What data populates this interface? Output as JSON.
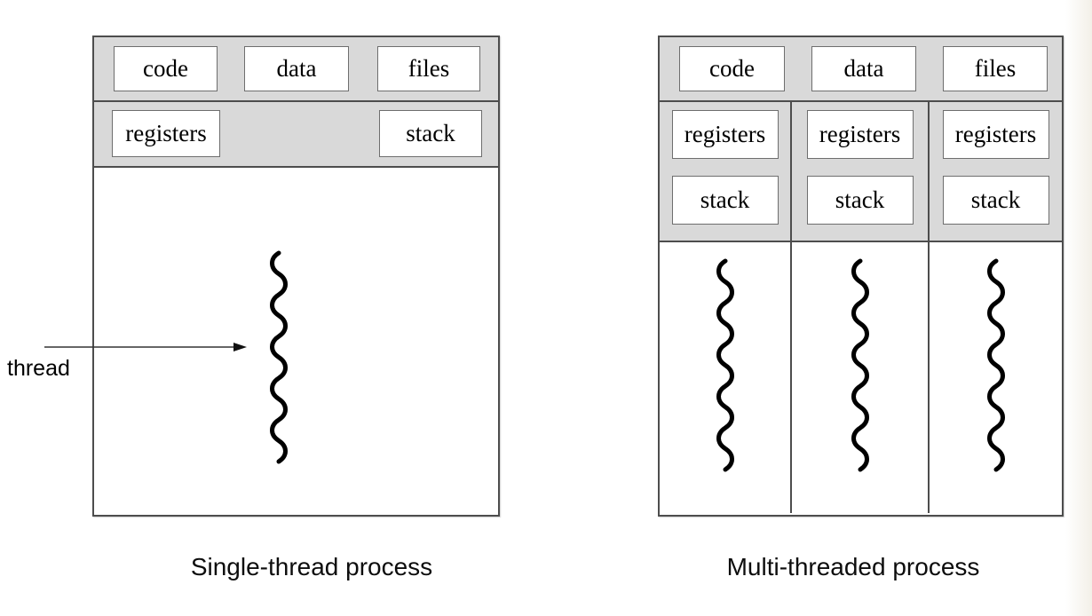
{
  "colors": {
    "band_fill": "#d9d9d9",
    "outline": "#4d4d4d",
    "inner_box_border": "#6e6e6e",
    "thread_color": "#000000",
    "right_edge_tint": "#f3f0e8"
  },
  "left": {
    "caption": "Single-thread process",
    "row1": [
      "code",
      "data",
      "files"
    ],
    "row2": [
      "registers",
      "stack"
    ],
    "thread_label": "thread"
  },
  "right": {
    "caption": "Multi-threaded process",
    "row1": [
      "code",
      "data",
      "files"
    ],
    "columns": [
      [
        "registers",
        "stack"
      ],
      [
        "registers",
        "stack"
      ],
      [
        "registers",
        "stack"
      ]
    ]
  }
}
